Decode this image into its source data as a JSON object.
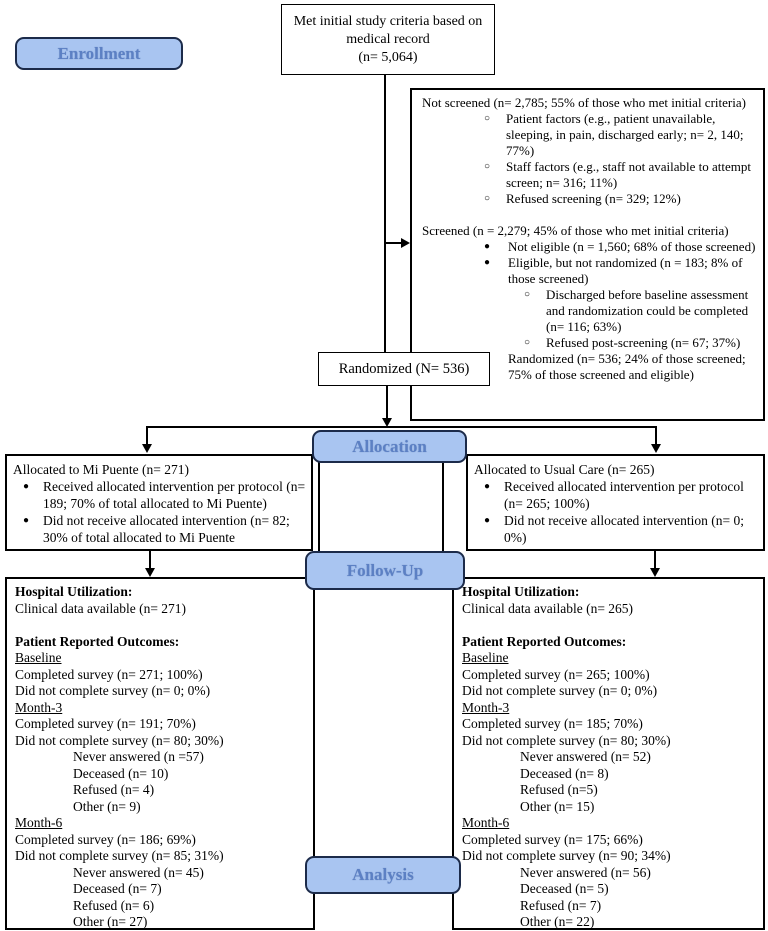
{
  "banners": {
    "enrollment": "Enrollment",
    "allocation": "Allocation",
    "follow_up": "Follow-Up",
    "analysis": "Analysis"
  },
  "colors": {
    "banner_fill": "#a9c5f1",
    "banner_border": "#1c2b4a",
    "banner_text": "#5c80c4",
    "box_border": "#000000",
    "background": "#ffffff"
  },
  "top_box": {
    "lines": [
      "Met initial study criteria based on",
      "medical record",
      "(n= 5,064)"
    ]
  },
  "screening_box": {
    "lines": [
      {
        "text": "Not screened (n= 2,785; 55% of those who met initial criteria)",
        "style": "plain"
      },
      {
        "text": "Patient factors (e.g., patient unavailable, sleeping, in pain, discharged early; n= 2, 140; 77%)",
        "style": "bullet-circle"
      },
      {
        "text": "Staff factors (e.g., staff not available to attempt screen; n= 316; 11%)",
        "style": "bullet-circle"
      },
      {
        "text": "Refused screening (n= 329; 12%)",
        "style": "bullet-circle"
      },
      {
        "text": "",
        "style": "gap"
      },
      {
        "text": "Screened (n = 2,279; 45% of those who met initial criteria)",
        "style": "plain"
      },
      {
        "text": "Not eligible (n = 1,560; 68% of those screened)",
        "style": "bullet-solid"
      },
      {
        "text": "Eligible, but not randomized (n = 183; 8% of those screened)",
        "style": "bullet-solid"
      },
      {
        "text": "Discharged before baseline assessment and randomization could be completed (n= 116; 63%)",
        "style": "bullet-circle-sub"
      },
      {
        "text": "Refused post-screening (n= 67; 37%)",
        "style": "bullet-circle-sub"
      },
      {
        "text": "Randomized (n= 536; 24% of those screened; 75% of those screened and eligible)",
        "style": "bullet-solid"
      }
    ]
  },
  "randomized_box": {
    "label": "Randomized (N= 536)"
  },
  "allocation_left": {
    "lines": [
      {
        "text": "Allocated to Mi Puente (n= 271)",
        "style": "plain"
      },
      {
        "text": "Received allocated intervention per protocol (n= 189; 70% of total allocated to Mi Puente)",
        "style": "alloc-bullet"
      },
      {
        "text": "Did not receive allocated intervention (n= 82; 30% of total allocated to Mi Puente",
        "style": "alloc-bullet"
      }
    ]
  },
  "allocation_right": {
    "lines": [
      {
        "text": "Allocated to Usual Care (n= 265)",
        "style": "plain"
      },
      {
        "text": "Received allocated intervention per protocol (n= 265; 100%)",
        "style": "alloc-bullet"
      },
      {
        "text": "Did not receive allocated intervention (n= 0; 0%)",
        "style": "alloc-bullet"
      }
    ]
  },
  "followup_left": {
    "lines": [
      {
        "text": "Hospital Utilization:",
        "style": "bold"
      },
      {
        "text": "Clinical data available (n= 271)",
        "style": "plain"
      },
      {
        "text": "",
        "style": "gap"
      },
      {
        "text": "Patient Reported Outcomes:",
        "style": "bold"
      },
      {
        "text": "Baseline",
        "style": "underline"
      },
      {
        "text": "Completed survey (n= 271; 100%)",
        "style": "plain"
      },
      {
        "text": "Did not complete survey (n= 0; 0%)",
        "style": "plain"
      },
      {
        "text": "Month-3",
        "style": "underline"
      },
      {
        "text": "Completed survey (n= 191; 70%)",
        "style": "plain"
      },
      {
        "text": "Did not complete survey (n= 80; 30%)",
        "style": "plain"
      },
      {
        "text": "Never answered (n =57)",
        "style": "indent"
      },
      {
        "text": "Deceased (n= 10)",
        "style": "indent"
      },
      {
        "text": "Refused (n= 4)",
        "style": "indent"
      },
      {
        "text": "Other (n= 9)",
        "style": "indent"
      },
      {
        "text": "Month-6",
        "style": "underline"
      },
      {
        "text": "Completed survey (n= 186; 69%)",
        "style": "plain"
      },
      {
        "text": "Did not complete survey (n= 85; 31%)",
        "style": "plain"
      },
      {
        "text": "Never answered (n= 45)",
        "style": "indent"
      },
      {
        "text": "Deceased (n= 7)",
        "style": "indent"
      },
      {
        "text": "Refused (n= 6)",
        "style": "indent"
      },
      {
        "text": "Other (n= 27)",
        "style": "indent"
      }
    ]
  },
  "followup_right": {
    "lines": [
      {
        "text": "Hospital Utilization:",
        "style": "bold"
      },
      {
        "text": "Clinical data available (n= 265)",
        "style": "plain"
      },
      {
        "text": "",
        "style": "gap"
      },
      {
        "text": "Patient Reported Outcomes:",
        "style": "bold"
      },
      {
        "text": "Baseline",
        "style": "underline"
      },
      {
        "text": "Completed survey (n= 265; 100%)",
        "style": "plain"
      },
      {
        "text": "Did not complete survey (n= 0; 0%)",
        "style": "plain"
      },
      {
        "text": "Month-3",
        "style": "underline"
      },
      {
        "text": "Completed survey (n= 185; 70%)",
        "style": "plain"
      },
      {
        "text": "Did not complete survey (n= 80; 30%)",
        "style": "plain"
      },
      {
        "text": "Never answered (n= 52)",
        "style": "indent"
      },
      {
        "text": "Deceased (n= 8)",
        "style": "indent"
      },
      {
        "text": "Refused (n=5)",
        "style": "indent"
      },
      {
        "text": "Other (n= 15)",
        "style": "indent"
      },
      {
        "text": "Month-6",
        "style": "underline"
      },
      {
        "text": "Completed survey (n= 175; 66%)",
        "style": "plain"
      },
      {
        "text": "Did not complete survey (n= 90; 34%)",
        "style": "plain"
      },
      {
        "text": "Never answered (n= 56)",
        "style": "indent"
      },
      {
        "text": "Deceased (n= 5)",
        "style": "indent"
      },
      {
        "text": "Refused (n= 7)",
        "style": "indent"
      },
      {
        "text": "Other (n= 22)",
        "style": "indent"
      }
    ]
  }
}
